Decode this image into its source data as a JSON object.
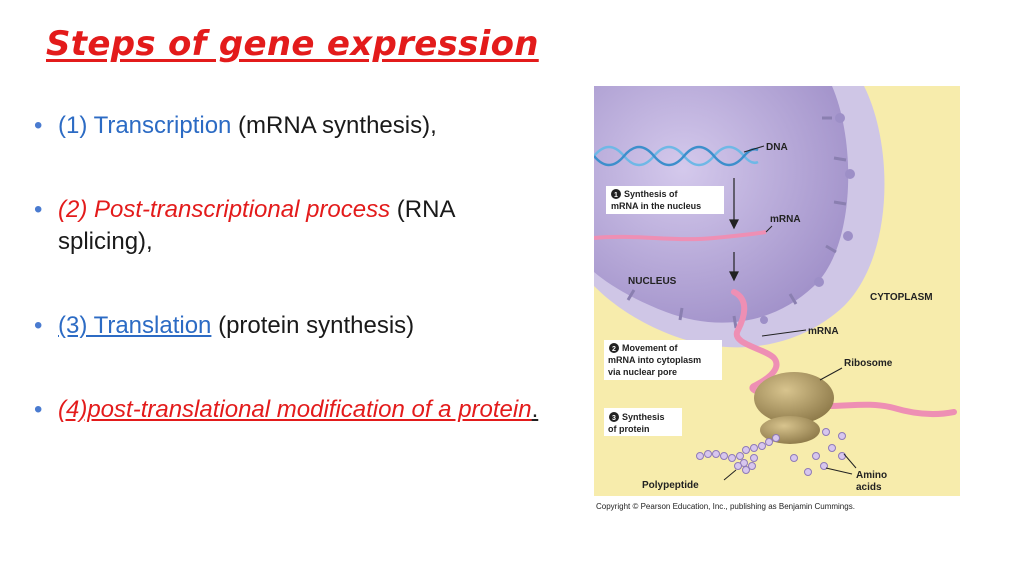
{
  "title": "Steps of gene expression",
  "bullets": {
    "b1": {
      "lead": "(1) Transcription",
      "rest": " (mRNA synthesis),"
    },
    "b2": {
      "lead": "(2) Post-transcriptional process",
      "rest": " (RNA splicing),"
    },
    "b3": {
      "lead": "(3) Translation",
      "rest": " (protein synthesis)"
    },
    "b4": {
      "lead": " (4)post-translational modification of a protein",
      "rest": "."
    }
  },
  "bullet_glyph": "•",
  "figure": {
    "labels": {
      "dna": "DNA",
      "step1_line1": "Synthesis of",
      "step1_line2": "mRNA in the nucleus",
      "mrna1": "mRNA",
      "nucleus": "NUCLEUS",
      "cytoplasm": "CYTOPLASM",
      "mrna2": "mRNA",
      "step2_line1": "Movement of",
      "step2_line2": "mRNA into cytoplasm",
      "step2_line3": "via nuclear pore",
      "ribosome": "Ribosome",
      "step3_line1": "Synthesis",
      "step3_line2": "of protein",
      "amino1": "Amino",
      "amino2": "acids",
      "polypeptide": "Polypeptide"
    },
    "step_numbers": {
      "s1": "1",
      "s2": "2",
      "s3": "3"
    },
    "copyright": "Copyright © Pearson Education, Inc., publishing as Benjamin Cummings.",
    "colors": {
      "cytoplasm": "#f7ecac",
      "nucleus": "#b8a9d6",
      "nucleus_dark": "#9c8cc4",
      "envelope": "#c7bfe0",
      "mrna": "#ee8fb4",
      "ribosome": "#a89362",
      "dna": "#6fb8e6"
    }
  }
}
